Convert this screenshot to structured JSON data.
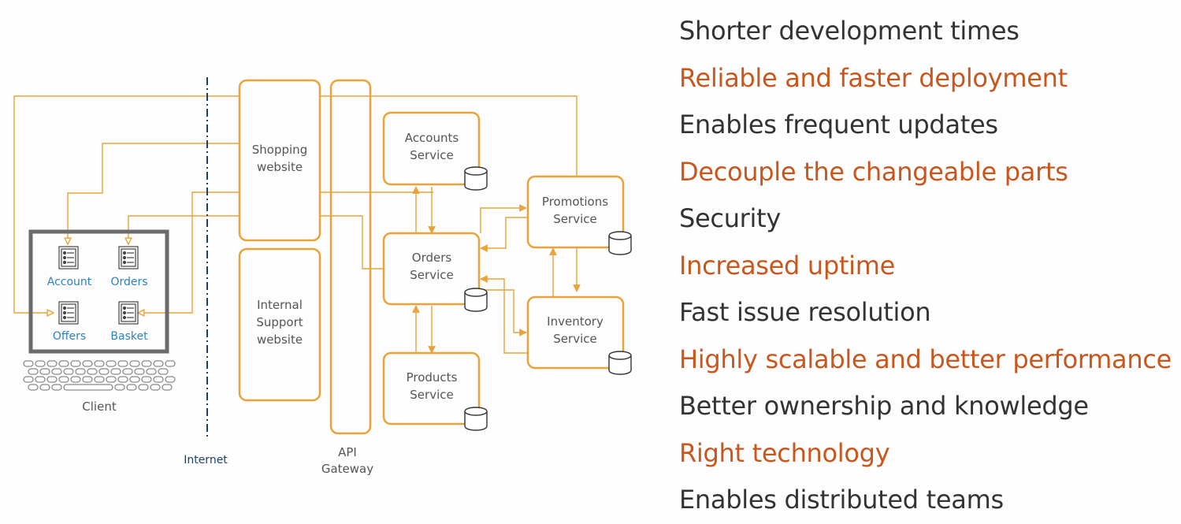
{
  "colors": {
    "accent_orange": "#e8a33a",
    "highlight_text": "#c9561c",
    "dark_text": "#333333",
    "client_label_blue": "#2b82c4",
    "internet_blue": "#1d3f6e"
  },
  "diagram": {
    "client": {
      "label": "Client",
      "items": [
        {
          "label": "Account",
          "icon": "document-list-icon"
        },
        {
          "label": "Orders",
          "icon": "document-list-icon"
        },
        {
          "label": "Offers",
          "icon": "document-list-icon"
        },
        {
          "label": "Basket",
          "icon": "document-list-icon"
        }
      ]
    },
    "internet_label": "Internet",
    "websites": {
      "shopping": [
        "Shopping",
        "website"
      ],
      "support": [
        "Internal",
        "Support",
        "website"
      ]
    },
    "gateway": [
      "API",
      "Gateway"
    ],
    "services": {
      "accounts": [
        "Accounts",
        "Service"
      ],
      "orders": [
        "Orders",
        "Service"
      ],
      "products": [
        "Products",
        "Service"
      ],
      "promotions": [
        "Promotions",
        "Service"
      ],
      "inventory": [
        "Inventory",
        "Service"
      ]
    }
  },
  "benefits": [
    {
      "text": "Shorter development times",
      "highlight": false
    },
    {
      "text": "Reliable and faster deployment",
      "highlight": true
    },
    {
      "text": "Enables frequent updates",
      "highlight": false
    },
    {
      "text": "Decouple the changeable parts",
      "highlight": true
    },
    {
      "text": "Security",
      "highlight": false
    },
    {
      "text": "Increased uptime",
      "highlight": true
    },
    {
      "text": "Fast issue resolution",
      "highlight": false
    },
    {
      "text": "Highly scalable and better performance",
      "highlight": true
    },
    {
      "text": "Better ownership and knowledge",
      "highlight": false
    },
    {
      "text": "Right technology",
      "highlight": true
    },
    {
      "text": "Enables distributed teams",
      "highlight": false
    }
  ]
}
